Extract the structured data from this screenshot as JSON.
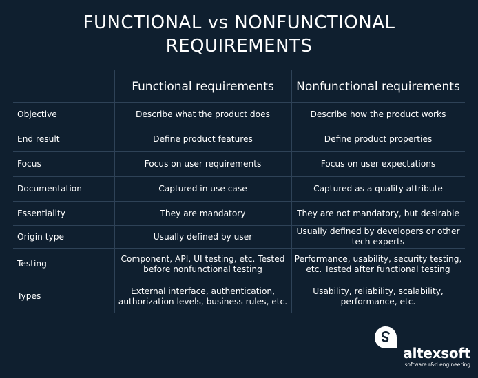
{
  "title": {
    "line1": "FUNCTIONAL vs NONFUNCTIONAL",
    "line2": "REQUIREMENTS"
  },
  "columns": {
    "functional": "Functional requirements",
    "nonfunctional": "Nonfunctional requirements"
  },
  "rows": [
    {
      "label": "Objective",
      "functional": "Describe what the product does",
      "nonfunctional": "Describe how the product works"
    },
    {
      "label": "End result",
      "functional": "Define product features",
      "nonfunctional": "Define product properties"
    },
    {
      "label": "Focus",
      "functional": "Focus on user requirements",
      "nonfunctional": "Focus on user expectations"
    },
    {
      "label": "Documentation",
      "functional": "Captured in use case",
      "nonfunctional": "Captured as a quality attribute"
    },
    {
      "label": "Essentiality",
      "functional": "They are mandatory",
      "nonfunctional": "They are not mandatory, but desirable"
    },
    {
      "label": "Origin type",
      "functional": "Usually defined by user",
      "nonfunctional": "Usually defined by developers or other tech experts"
    },
    {
      "label": "Testing",
      "functional": "Component, API, UI testing, etc. Tested before nonfunctional testing",
      "nonfunctional": "Performance, usability, security testing, etc. Tested after functional testing"
    },
    {
      "label": "Types",
      "functional": "External interface, authentication, authorization levels, business rules, etc.",
      "nonfunctional": "Usability, reliability, scalability, performance, etc."
    }
  ],
  "logo": {
    "name": "altexsoft",
    "tagline": "software r&d engineering",
    "icon": "altexsoft-logo-icon"
  },
  "colors": {
    "background": "#0f1f2f",
    "grid": "#2e4257",
    "text": "#ffffff"
  }
}
